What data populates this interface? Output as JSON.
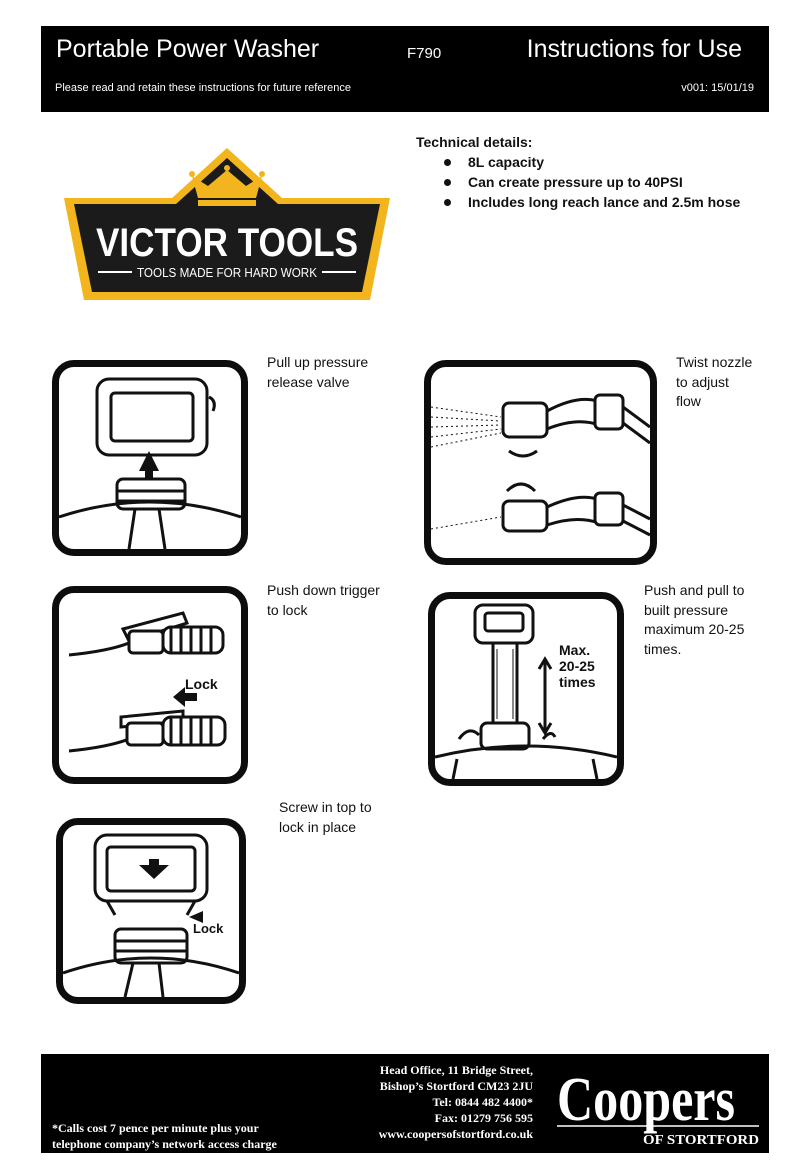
{
  "header": {
    "title": "Portable Power Washer",
    "code": "F790",
    "title_right": "Instructions for Use",
    "retain_note": "Please read and retain these instructions for future reference",
    "version": "v001: 15/01/19"
  },
  "logo": {
    "wordmark": "VICTOR TOOLS",
    "tagline": "TOOLS MADE FOR HARD WORK"
  },
  "technical": {
    "title": "Technical details:",
    "items": [
      "8L capacity",
      "Can create pressure up to 40PSI",
      "Includes long reach lance and 2.5m hose"
    ]
  },
  "steps": {
    "release_valve": [
      "Pull up pressure",
      "release valve"
    ],
    "nozzle": [
      "Twist nozzle",
      "to adjust",
      "flow"
    ],
    "trigger": [
      "Push down trigger",
      "to lock"
    ],
    "pump": [
      "Push and pull to",
      "built pressure",
      "maximum 20-25",
      "times."
    ],
    "screw_top": [
      "Screw in top to",
      "lock in place"
    ]
  },
  "illustration_labels": {
    "lock": "Lock",
    "max_lines": [
      "Max.",
      "20-25",
      "times"
    ]
  },
  "footer": {
    "address": [
      "Head Office, 11 Bridge Street,",
      "Bishop’s Stortford  CM23 2JU",
      "Tel: 0844 482 4400*",
      "Fax: 01279 756 595",
      "www.coopersofstortford.co.uk"
    ],
    "note": [
      "*Calls cost 7 pence per minute plus your",
      "telephone company’s  network access charge"
    ],
    "brand": "Coopers",
    "brand_sub": "OF STORTFORD"
  },
  "colors": {
    "header_bg": "#000000",
    "logo_gold": "#f2b51d",
    "logo_dark": "#1b1b1b"
  }
}
